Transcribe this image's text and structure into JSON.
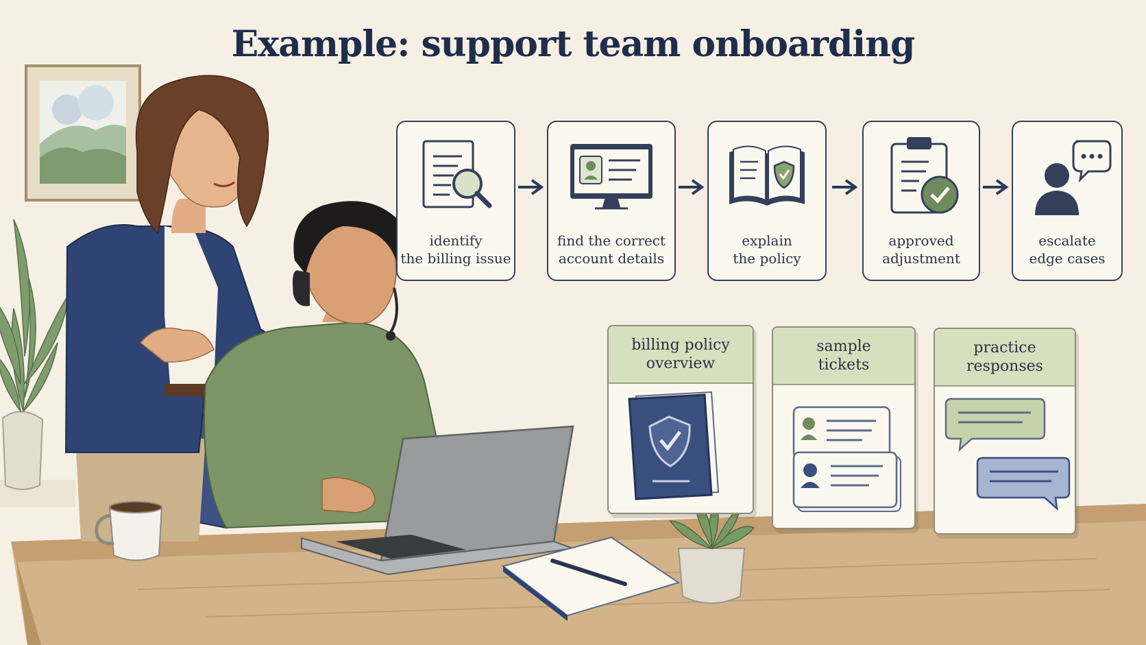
{
  "title": "Example: support team onboarding",
  "steps": [
    {
      "label": "identify\nthe billing issue",
      "icon": "document-magnifier-icon"
    },
    {
      "label": "find the correct\naccount details",
      "icon": "monitor-profile-icon"
    },
    {
      "label": "explain\nthe policy",
      "icon": "policy-book-icon"
    },
    {
      "label": "approved\nadjustment",
      "icon": "clipboard-check-icon"
    },
    {
      "label": "escalate\nedge cases",
      "icon": "person-speech-icon"
    }
  ],
  "resources": [
    {
      "label": "billing policy\noverview",
      "icon": "shield-book-icon"
    },
    {
      "label": "sample\ntickets",
      "icon": "ticket-cards-icon"
    },
    {
      "label": "practice\nresponses",
      "icon": "chat-bubbles-icon"
    }
  ],
  "colors": {
    "navy": "#1f2d4d",
    "sage": "#7d9a6c",
    "sage_light": "#d7e0be",
    "paper": "#f6f0e4",
    "wood": "#c9a77a"
  }
}
